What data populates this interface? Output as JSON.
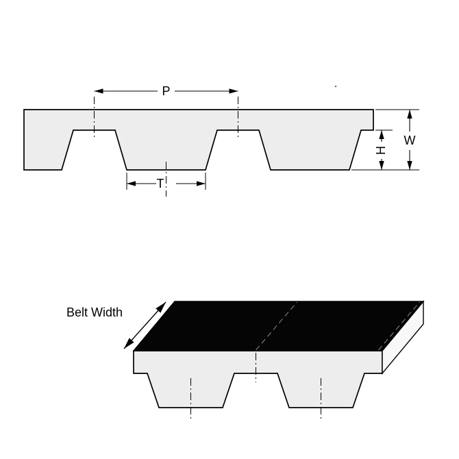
{
  "diagram": {
    "title": "timing-belt-profile-diagram",
    "labels": {
      "pitch": "P",
      "tooth_width": "T",
      "tooth_height": "H",
      "belt_thickness": "W",
      "belt_width": "Belt Width"
    },
    "colors": {
      "line": "#000000",
      "belt_fill": "#ededed",
      "top_surface": "#050505",
      "end_face_fill": "#f8f8f8",
      "background": "#ffffff"
    }
  }
}
